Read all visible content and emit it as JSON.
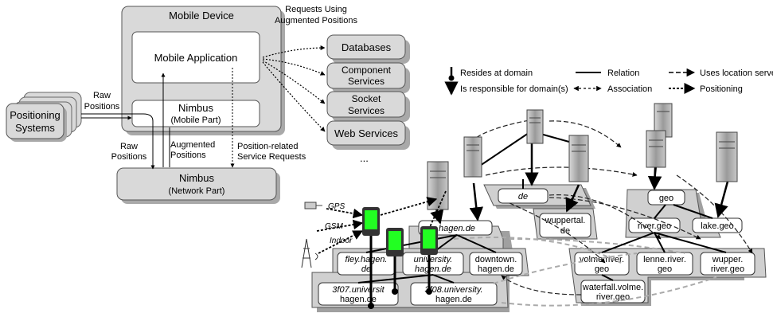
{
  "left": {
    "mobile_device": "Mobile Device",
    "mobile_app": "Mobile Application",
    "nimbus_mobile": "Nimbus",
    "nimbus_mobile_sub": "(Mobile Part)",
    "nimbus_network": "Nimbus",
    "nimbus_network_sub": "(Network Part)",
    "positioning_1": "Positioning",
    "positioning_2": "Systems",
    "raw_pos_1a": "Raw",
    "raw_pos_1b": "Positions",
    "raw_pos_2a": "Raw",
    "raw_pos_2b": "Positions",
    "aug_pos_a": "Augmented",
    "aug_pos_b": "Positions",
    "posrel_a": "Position-related",
    "posrel_b": "Service Requests",
    "requests_a": "Requests Using",
    "requests_b": "Augmented Positions",
    "services": [
      "Databases",
      "Component",
      "Services",
      "Socket",
      "Services",
      "Web Services"
    ],
    "ellipsis": "..."
  },
  "legend": {
    "resides": "Resides at domain",
    "responsible": "Is responsible for domain(s)",
    "relation": "Relation",
    "association": "Association",
    "uses_location": "Uses location server",
    "positioning": "Positioning"
  },
  "domains": {
    "de": "de",
    "wuppertal_a": "wuppertal.",
    "wuppertal_b": "de",
    "hagen": "hagen.de",
    "geo": "geo",
    "river": "river.geo",
    "lake": "lake.geo",
    "fley_a": "fley.hagen.",
    "fley_b": "de",
    "univ_a": "university.",
    "univ_b": "hagen.de",
    "downtown_a": "downtown.",
    "downtown_b": "hagen.de",
    "volme_a": "volme.river.",
    "volme_b": "geo",
    "lenne_a": "lenne.river.",
    "lenne_b": "geo",
    "wupper_a": "wupper.",
    "wupper_b": "river.geo",
    "r3f07_a": "3f07.universit",
    "r3f07_b": "hagen.de",
    "r3f08_a": "3f08.university.",
    "r3f08_b": "hagen.de",
    "waterfall_a": "waterfall.volme.",
    "waterfall_b": "river.geo"
  },
  "signals": {
    "gps": "GPS",
    "gsm": "GSM",
    "indoor": "Indoor"
  }
}
